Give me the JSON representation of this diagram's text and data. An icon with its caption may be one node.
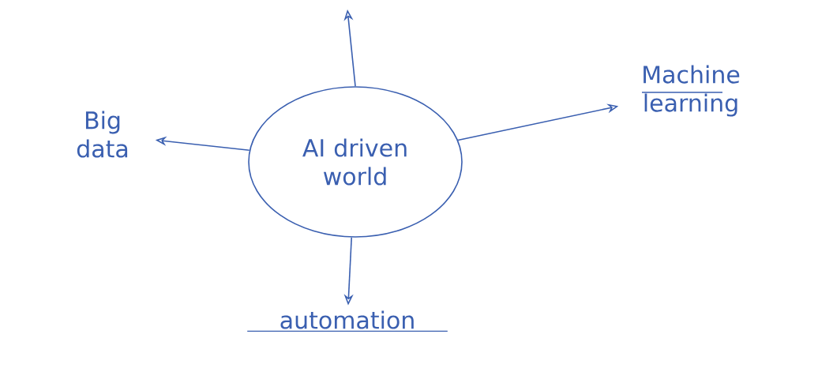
{
  "diagram": {
    "nodes": [
      {
        "text": [
          "AI driven world"
        ]
      },
      {
        "text": [
          "Machine learning"
        ]
      },
      {
        "text": [
          "Big data"
        ]
      },
      {
        "text": [
          "automation"
        ]
      }
    ],
    "edges": [
      {
        "from": 0,
        "to": null,
        "arrow": "to"
      },
      {
        "from": 0,
        "to": 1,
        "arrow": "to"
      },
      {
        "from": 0,
        "to": 2,
        "arrow": "to"
      },
      {
        "from": 0,
        "to": 3,
        "arrow": "to"
      }
    ]
  }
}
